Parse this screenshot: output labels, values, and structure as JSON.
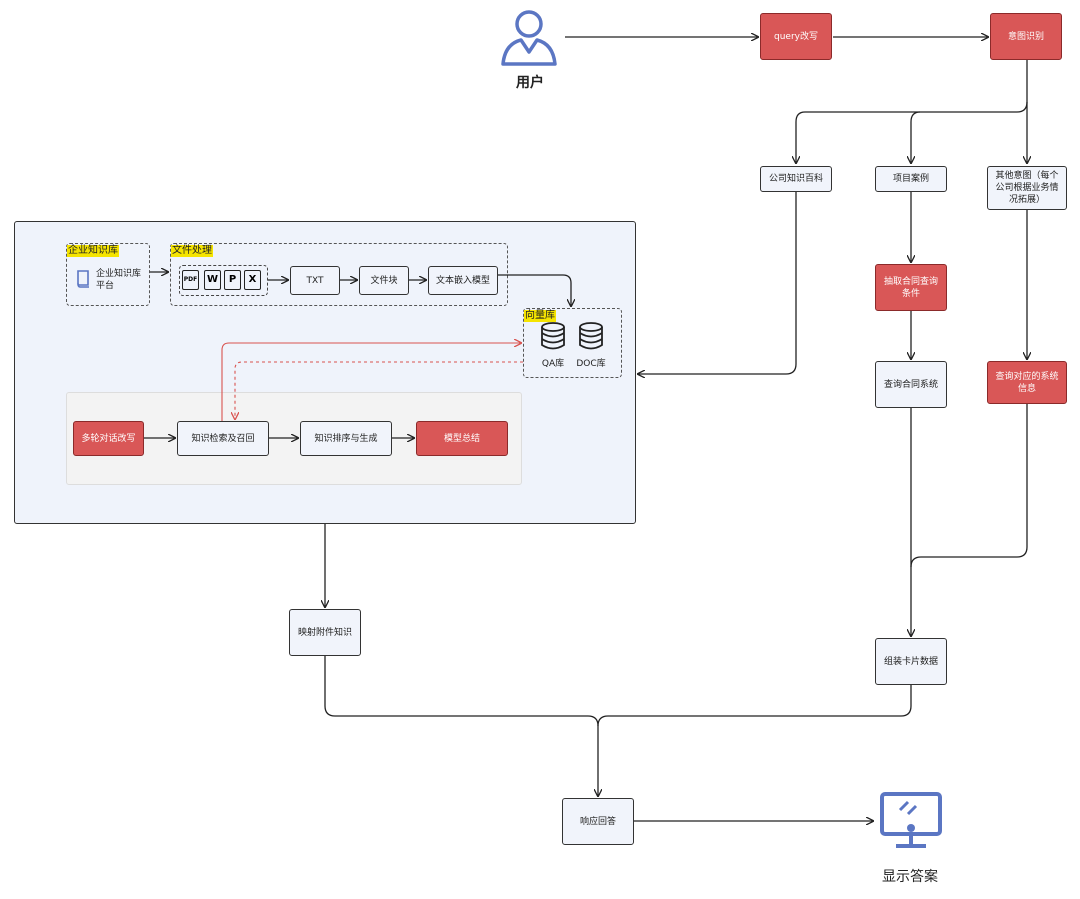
{
  "user": {
    "label": "用户"
  },
  "display": {
    "label": "显示答案"
  },
  "nodes": {
    "query_rewrite": "query改写",
    "intent_recognition": "意图识别",
    "company_wiki": "公司知识百科",
    "project_case": "项目案例",
    "other_intent": "其他意图（每个公司根据业务情况拓展）",
    "extract_contract_conditions": "抽取合同查询条件",
    "query_contract_system": "查询合同系统",
    "query_system_info": "查询对应的系统信息",
    "assemble_card_data": "组装卡片数据",
    "map_attachment_knowledge": "映射附件知识",
    "respond_answer": "响应回答"
  },
  "panel": {
    "kb_tag": "企业知识库",
    "kb_platform": "企业知识库平台",
    "file_tag": "文件处理",
    "file_icons": [
      "PDF",
      "W",
      "P",
      "X"
    ],
    "txt": "TXT",
    "chunk": "文件块",
    "embed": "文本嵌入模型",
    "vector_tag": "向量库",
    "qa_db": "QA库",
    "doc_db": "DOC库",
    "multi_turn_rewrite": "多轮对话改写",
    "retrieve_recall": "知识检索及召回",
    "rank_generate": "知识排序与生成",
    "model_summary": "模型总结"
  },
  "colors": {
    "red_node": "#d95757",
    "blue_node": "#f1f4fb",
    "icon_blue": "#5b76c3",
    "highlight": "#f5e400",
    "dashed_red": "#d9534f"
  }
}
